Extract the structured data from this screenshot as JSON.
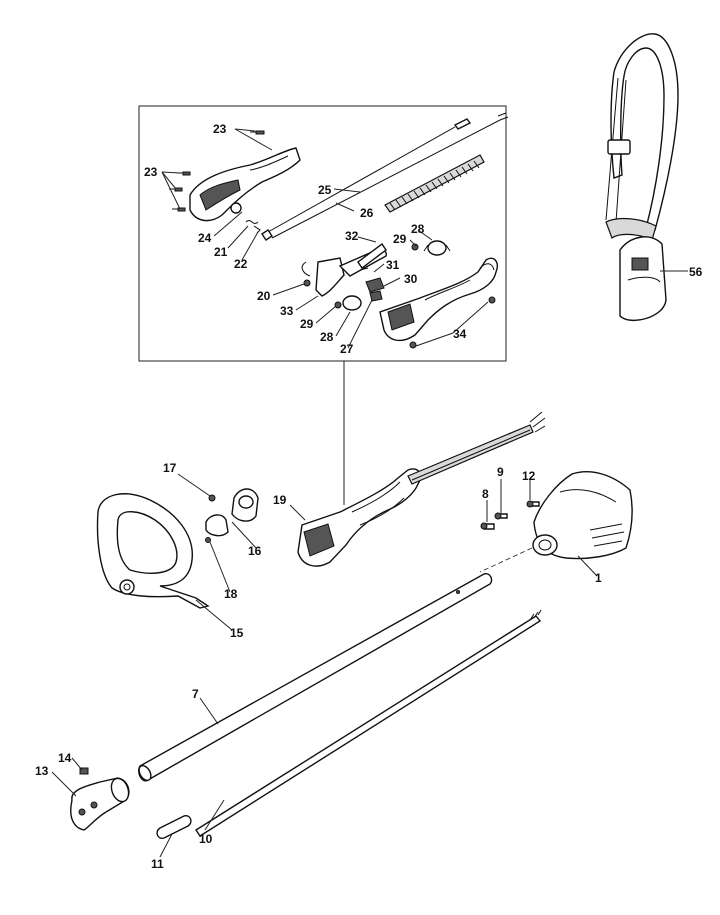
{
  "labels": {
    "p1": "1",
    "p7": "7",
    "p8": "8",
    "p9": "9",
    "p10": "10",
    "p11": "11",
    "p12": "12",
    "p13": "13",
    "p14": "14",
    "p15": "15",
    "p16": "16",
    "p17": "17",
    "p18": "18",
    "p19": "19",
    "p20": "20",
    "p21": "21",
    "p22": "22",
    "p23a": "23",
    "p23b": "23",
    "p24": "24",
    "p25": "25",
    "p26": "26",
    "p27": "27",
    "p28a": "28",
    "p28b": "28",
    "p29a": "29",
    "p29b": "29",
    "p30": "30",
    "p31": "31",
    "p32": "32",
    "p33": "33",
    "p34": "34",
    "p56": "56"
  }
}
